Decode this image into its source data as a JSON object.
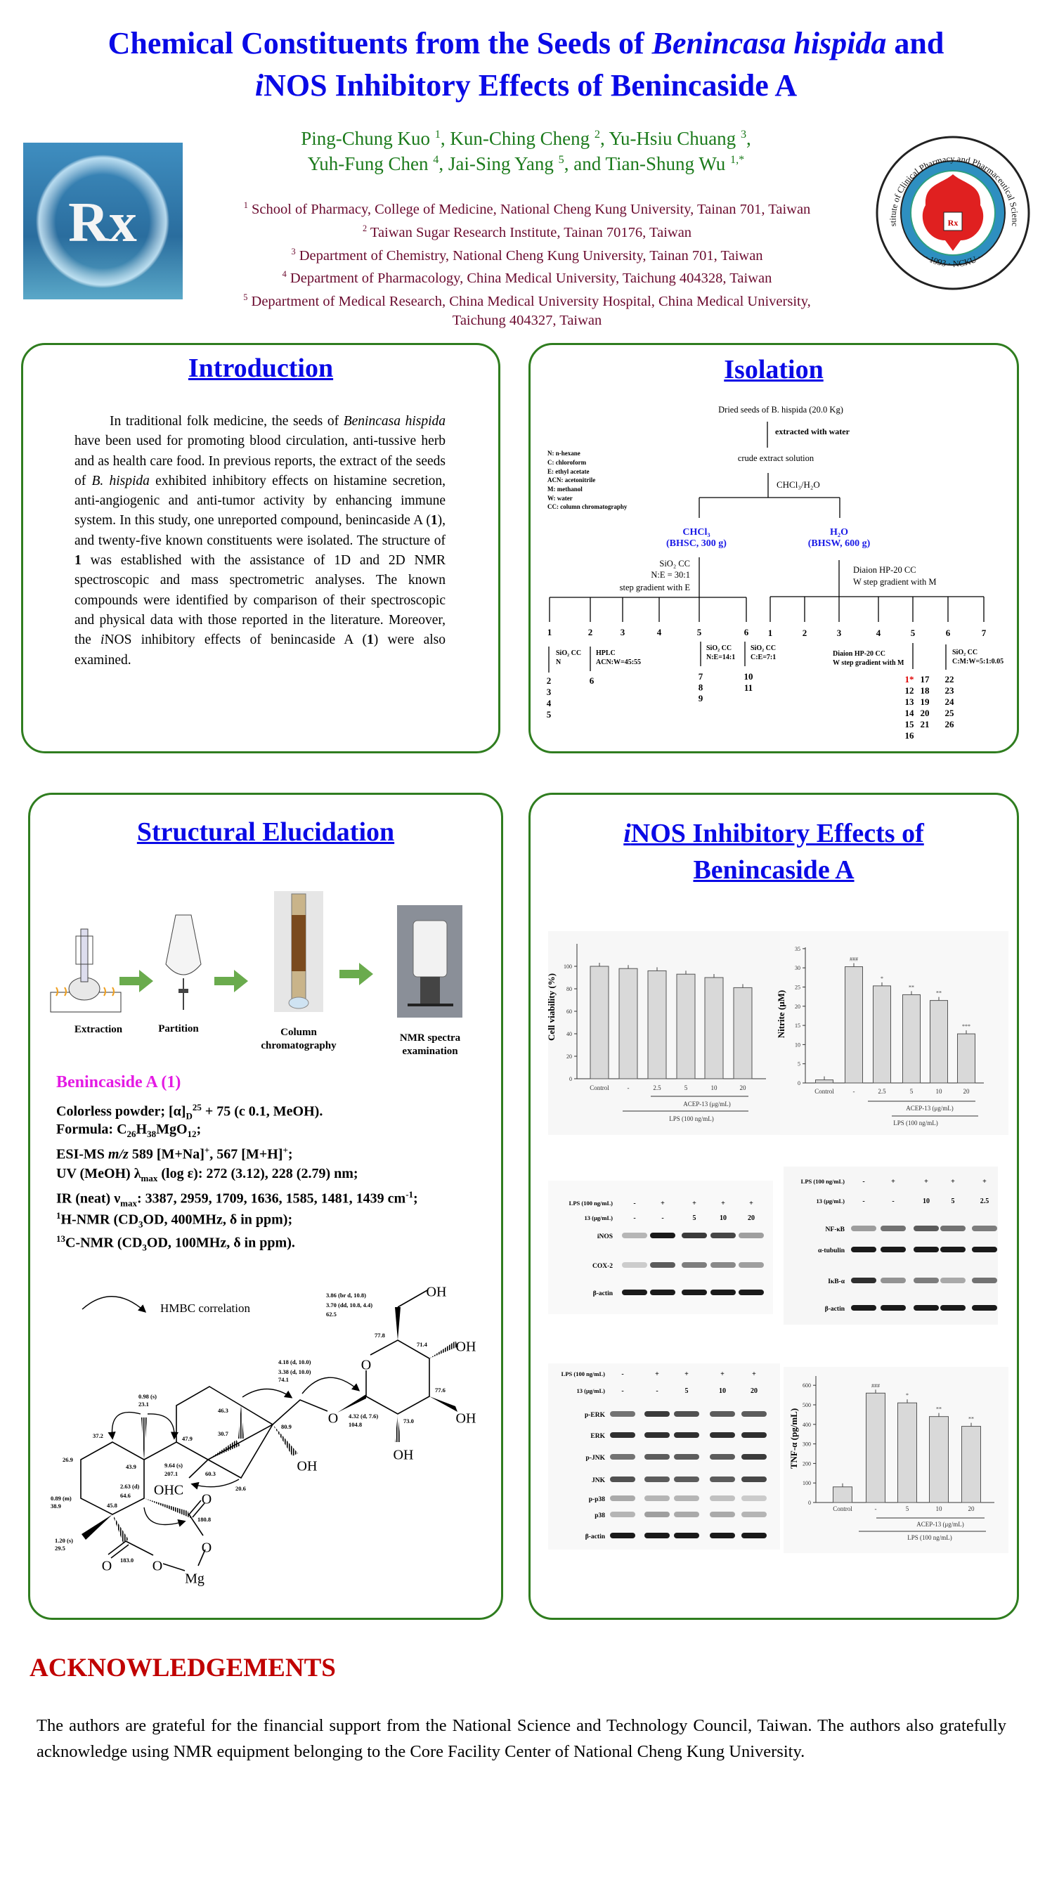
{
  "header": {
    "title_line1_pre": "Chemical Constituents from the Seeds of ",
    "title_line1_italic": "Benincasa hispida",
    "title_line1_post": " and",
    "title_line2_italic": "i",
    "title_line2_post": "NOS Inhibitory Effects of Benincaside A",
    "authors": [
      {
        "name": "Ping-Chung Kuo ",
        "sup": "1",
        "sep": ", "
      },
      {
        "name": "Kun-Ching Cheng ",
        "sup": "2",
        "sep": ", "
      },
      {
        "name": "Yu-Hsiu Chuang ",
        "sup": "3",
        "sep": ","
      },
      {
        "name": "Yuh-Fung Chen ",
        "sup": "4",
        "sep": ", "
      },
      {
        "name": "Jai-Sing Yang ",
        "sup": "5",
        "sep": ", and "
      },
      {
        "name": "Tian-Shung Wu ",
        "sup": "1,*",
        "sep": ""
      }
    ],
    "affiliations": [
      {
        "sup": "1",
        "text": " School of Pharmacy, College of Medicine, National Cheng Kung University, Tainan 701, Taiwan"
      },
      {
        "sup": "2",
        "text": " Taiwan Sugar Research Institute, Tainan 70176, Taiwan"
      },
      {
        "sup": "3",
        "text": " Department of Chemistry, National Cheng Kung University, Tainan 701, Taiwan"
      },
      {
        "sup": "4",
        "text": " Department of Pharmacology, China Medical University, Taichung 404328, Taiwan"
      },
      {
        "sup": "5",
        "text": " Department of Medical Research, China Medical University Hospital, China Medical University,"
      },
      {
        "sup": "",
        "text": "Taichung 404327, Taiwan"
      }
    ],
    "rx_logo_text": "Rx",
    "institute_logo_text": "Institute of Clinical Pharmacy and Pharmaceutical Sciences",
    "institute_logo_year": "· 1993 · NCKU ·"
  },
  "introduction": {
    "heading": "Introduction",
    "segments": [
      {
        "t": "In traditional folk medicine, the seeds of ",
        "s": "n"
      },
      {
        "t": "Benincasa hispida",
        "s": "i"
      },
      {
        "t": " have been used for promoting blood circulation, anti-tussive herb and as health care food. In previous reports, the extract of the seeds of ",
        "s": "n"
      },
      {
        "t": "B. hispida",
        "s": "i"
      },
      {
        "t": " exhibited inhibitory effects on histamine secretion, anti-angiogenic and anti-tumor activity by enhancing immune system. In this study, one unreported compound, benincaside A (",
        "s": "n"
      },
      {
        "t": "1",
        "s": "b"
      },
      {
        "t": "), and twenty-five known constituents were isolated. The structure of ",
        "s": "n"
      },
      {
        "t": "1",
        "s": "b"
      },
      {
        "t": " was established with the assistance of 1D and 2D NMR spectroscopic and mass spectrometric analyses. The known compounds were identified by comparison of their spectroscopic and physical data with those reported in the literature. Moreover, the ",
        "s": "n"
      },
      {
        "t": "i",
        "s": "i"
      },
      {
        "t": "NOS inhibitory effects of benincaside A (",
        "s": "n"
      },
      {
        "t": "1",
        "s": "b"
      },
      {
        "t": ") were also examined.",
        "s": "n"
      }
    ]
  },
  "isolation": {
    "heading": "Isolation",
    "start": "Dried seeds of B. hispida  (20.0 Kg)",
    "step1": "extracted with water",
    "crude": "crude extract solution",
    "partition": "CHCl₃/H₂O",
    "legend": [
      "N: n-hexane",
      "C: chloroform",
      "E: ethyl acetate",
      "ACN: acetonitrile",
      "M: methanol",
      "W: water",
      "CC: column chromatography"
    ],
    "chcl3_fraction": [
      "CHCl₃",
      "(BHSC, 300 g)"
    ],
    "h2o_fraction": [
      "H₂O",
      "(BHSW, 600 g)"
    ],
    "left_method": [
      "SiO₂ CC",
      "N:E = 30:1",
      "step gradient with E"
    ],
    "right_method": [
      "Diaion HP-20 CC",
      "W step gradient with M"
    ],
    "left_fractions": [
      "1",
      "2",
      "3",
      "4",
      "5",
      "6"
    ],
    "right_fractions": [
      "1",
      "2",
      "3",
      "4",
      "5",
      "6",
      "7"
    ],
    "sub_methods": [
      [
        "SiO₂ CC",
        "N"
      ],
      [
        "HPLC",
        "ACN:W=45:55"
      ],
      [
        "SiO₂ CC",
        "N:E=14:1"
      ],
      [
        "SiO₂ CC",
        "C:E=7:1"
      ],
      [
        "Diaion HP-20 CC",
        "W step gradient with M"
      ],
      [
        "SiO₂ CC",
        "C:M:W=5:1:0.05"
      ]
    ],
    "compound_groups": [
      [
        "2",
        "3",
        "4",
        "5"
      ],
      [
        "6"
      ],
      [
        "7",
        "8",
        "9"
      ],
      [
        "10",
        "11"
      ],
      [
        "1*",
        "12",
        "13",
        "14",
        "15",
        "16"
      ],
      [
        "17",
        "18",
        "19",
        "20",
        "21"
      ],
      [
        "22",
        "23",
        "24",
        "25",
        "26"
      ]
    ],
    "new_compound_color": "#e00000"
  },
  "structural": {
    "heading": "Structural Elucidation",
    "steps": [
      "Extraction",
      "Partition",
      "Column chromatography",
      "NMR spectra examination"
    ],
    "compound_name": "Benincaside A (1)",
    "spec": {
      "optical": [
        "Colorless powder; [α]",
        "D",
        "25",
        " + 75 (c 0.1, MeOH)."
      ],
      "formula": [
        "Formula: C",
        "26",
        "H",
        "38",
        "MgO",
        "12",
        ";"
      ],
      "esims": [
        "ESI-MS ",
        "m/z",
        " 589 [M+Na]",
        "+",
        ", 567 [M+H]",
        "+",
        ";"
      ],
      "uv": [
        "UV (MeOH) λ",
        "max",
        " (log ε): 272 (3.12), 228 (2.79) nm;"
      ],
      "ir": [
        "IR (neat) ν",
        "max",
        ": 3387, 2959, 1709, 1636, 1585, 1481, 1439 cm",
        "-1",
        ";"
      ],
      "hnmr": [
        "1",
        "H-NMR (CD",
        "3",
        "OD, 400MHz, δ in ppm);"
      ],
      "cnmr": [
        "13",
        "C-NMR (CD",
        "3",
        "OD, 100MHz, δ in ppm)."
      ]
    },
    "hmbc_legend": "HMBC correlation",
    "nmr_labels": [
      "0.98 (s)",
      "23.1",
      "37.2",
      "47.9",
      "46.3",
      "30.7",
      "80.9",
      "26.9",
      "43.9",
      "9.64 (s)",
      "207.1",
      "60.3",
      "2.63 (d)",
      "64.6",
      "20.6",
      "0.89 (m)",
      "38.9",
      "45.8",
      "180.8",
      "1.20 (s)",
      "29.5",
      "183.0",
      "4.18 (d, 10.0)",
      "3.38 (d, 10.0)",
      "74.1",
      "3.86 (br d, 10.8)",
      "3.70 (dd, 10.8, 4.4)",
      "62.5",
      "77.8",
      "71.4",
      "77.6",
      "4.32 (d, 7.6)",
      "104.8",
      "73.0"
    ],
    "atom_labels": [
      "OH",
      "OH",
      "OH",
      "OH",
      "OH",
      "O",
      "O",
      "OHC",
      "O",
      "O",
      "O",
      "O",
      "Mg"
    ]
  },
  "inos": {
    "heading_line1_italic": "i",
    "heading_line1": "NOS Inhibitory Effects of",
    "heading_line2": "Benincaside A"
  },
  "chart_data": [
    {
      "type": "bar",
      "title": "",
      "xlabel": "",
      "ylabel": "Cell viability (%)",
      "categories": [
        "Control",
        "-",
        "2.5",
        "5",
        "10",
        "20"
      ],
      "values": [
        100,
        98,
        96,
        93,
        90,
        81
      ],
      "yticks": [
        0,
        20,
        40,
        60,
        80,
        100
      ],
      "ylim": [
        0,
        120
      ],
      "annotations": [
        "",
        "",
        "",
        "",
        "",
        ""
      ],
      "group_labels": [
        "ACEP-13 (μg/mL)",
        "LPS (100 ng/mL)"
      ]
    },
    {
      "type": "bar",
      "title": "",
      "xlabel": "",
      "ylabel": "Nitrite (μM)",
      "categories": [
        "Control",
        "-",
        "2.5",
        "5",
        "10",
        "20"
      ],
      "values": [
        0.8,
        30.3,
        25.3,
        23.0,
        21.5,
        12.8
      ],
      "yticks": [
        0,
        5,
        10,
        15,
        20,
        25,
        30,
        35
      ],
      "ylim": [
        0,
        35
      ],
      "annotations": [
        "",
        "###",
        "*",
        "**",
        "**",
        "***"
      ],
      "group_labels": [
        "ACEP-13 (μg/mL)",
        "LPS (100 ng/mL)"
      ]
    },
    {
      "type": "bar",
      "title": "",
      "xlabel": "",
      "ylabel": "TNF-α (pg/mL)",
      "categories": [
        "Control",
        "-",
        "5",
        "10",
        "20"
      ],
      "values": [
        80,
        560,
        510,
        440,
        390
      ],
      "yticks": [
        0,
        100,
        200,
        300,
        400,
        500,
        600
      ],
      "ylim": [
        0,
        650
      ],
      "annotations": [
        "",
        "###",
        "*",
        "**",
        "**"
      ],
      "group_labels": [
        "ACEP-13 (μg/mL)",
        "LPS (100 ng/mL)"
      ]
    }
  ],
  "blots": [
    {
      "treatments": [
        {
          "label": "LPS (100 ng/mL)",
          "values": [
            "-",
            "+",
            "+",
            "+",
            "+"
          ]
        },
        {
          "label": "13 (μg/mL)",
          "values": [
            "-",
            "-",
            "5",
            "10",
            "20"
          ]
        }
      ],
      "rows": [
        {
          "label": "iNOS",
          "intensity": [
            0.3,
            1,
            0.85,
            0.8,
            0.4
          ]
        },
        {
          "label": "COX-2",
          "intensity": [
            0.2,
            0.7,
            0.55,
            0.5,
            0.4
          ]
        },
        {
          "label": "β-actin",
          "intensity": [
            1,
            1,
            1,
            1,
            1
          ]
        }
      ]
    },
    {
      "treatments": [
        {
          "label": "LPS (100 ng/mL)",
          "values": [
            "-",
            "+",
            "+",
            "+",
            "+"
          ]
        },
        {
          "label": "13 (μg/mL)",
          "values": [
            "-",
            "-",
            "10",
            "5",
            "2.5"
          ]
        }
      ],
      "rows": [
        {
          "label": "NF-κB",
          "intensity": [
            0.4,
            0.6,
            0.7,
            0.6,
            0.55
          ]
        },
        {
          "label": "α-tubulin",
          "intensity": [
            1,
            1,
            1,
            1,
            1
          ]
        },
        {
          "label": "IκB-α",
          "intensity": [
            0.9,
            0.45,
            0.55,
            0.35,
            0.6
          ]
        },
        {
          "label": "β-actin",
          "intensity": [
            1,
            1,
            1,
            1,
            1
          ]
        }
      ]
    },
    {
      "treatments": [
        {
          "label": "LPS (100 ng/mL)",
          "values": [
            "-",
            "+",
            "+",
            "+",
            "+"
          ]
        },
        {
          "label": "13 (μg/mL)",
          "values": [
            "-",
            "-",
            "5",
            "10",
            "20"
          ]
        }
      ],
      "rows": [
        {
          "label": "p-ERK",
          "intensity": [
            0.6,
            0.85,
            0.75,
            0.7,
            0.7
          ]
        },
        {
          "label": "ERK",
          "intensity": [
            0.9,
            0.9,
            0.9,
            0.9,
            0.9
          ]
        },
        {
          "label": "p-JNK",
          "intensity": [
            0.6,
            0.7,
            0.7,
            0.7,
            0.85
          ]
        },
        {
          "label": "JNK",
          "intensity": [
            0.75,
            0.7,
            0.7,
            0.7,
            0.8
          ]
        },
        {
          "label": "p-p38",
          "intensity": [
            0.35,
            0.3,
            0.3,
            0.25,
            0.2
          ]
        },
        {
          "label": "p38",
          "intensity": [
            0.3,
            0.4,
            0.35,
            0.35,
            0.3
          ]
        },
        {
          "label": "β-actin",
          "intensity": [
            1,
            1,
            1,
            1,
            1
          ]
        }
      ]
    }
  ],
  "acknowledgements": {
    "heading": "ACKNOWLEDGEMENTS",
    "text": "The authors are grateful for the financial support from the National Science and Technology Council, Taiwan. The authors also gratefully acknowledge using NMR equipment belonging to the Core Facility Center of National Cheng Kung University."
  },
  "colors": {
    "title": "#0a0ae6",
    "authors": "#1b7a1b",
    "affiliations": "#6a0a2e",
    "box_border": "#2f7d1f",
    "compound": "#e41ae4",
    "ack_heading": "#c00000"
  }
}
